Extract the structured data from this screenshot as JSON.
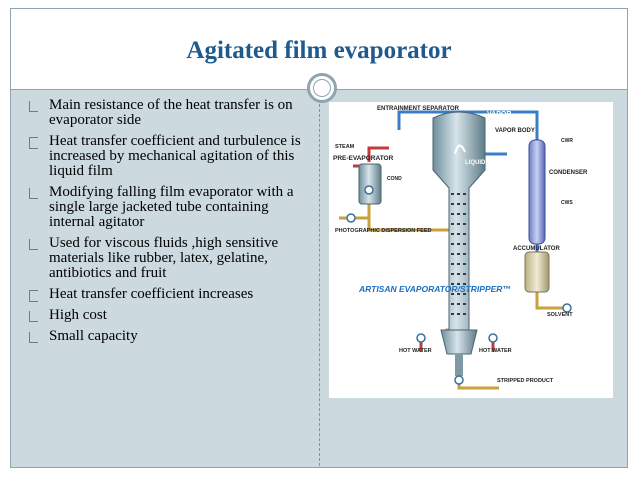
{
  "title": "Agitated film evaporator",
  "bullets": [
    "Main resistance of the heat transfer is on evaporator side",
    "Heat transfer coefficient and turbulence is increased by mechanical agitation of this liquid film",
    "Modifying falling film evaporator with a single large jacketed tube containing internal agitator",
    "Used for viscous fluids ,high sensitive materials like rubber, latex, gelatine, antibiotics and fruit",
    "Heat transfer coefficient increases",
    "High cost",
    "Small capacity"
  ],
  "diagram": {
    "entrainment_separator": "ENTRAINMENT SEPARATOR",
    "vapor": "VAPOR",
    "vapor_body": "VAPOR BODY",
    "liquid": "LIQUID",
    "steam": "STEAM",
    "pre_evaporator": "PRE-EVAPORATOR",
    "cond": "COND",
    "photographic_dispersion_feed": "PHOTOGRAPHIC DISPERSION FEED",
    "condenser": "CONDENSER",
    "cwr": "CWR",
    "cws": "CWS",
    "accumulator": "ACCUMULATOR",
    "solvent": "SOLVENT",
    "brand": "ARTISAN EVAPORATOR/STRIPPER™",
    "hot_water_left": "HOT WATER",
    "hot_water_right": "HOT WATER",
    "stripped_product": "STRIPPED PRODUCT"
  },
  "colors": {
    "title": "#1f5a8c",
    "content_bg": "#ccd9df",
    "border": "#8fa4ae",
    "brand_text": "#1b6fc0"
  }
}
